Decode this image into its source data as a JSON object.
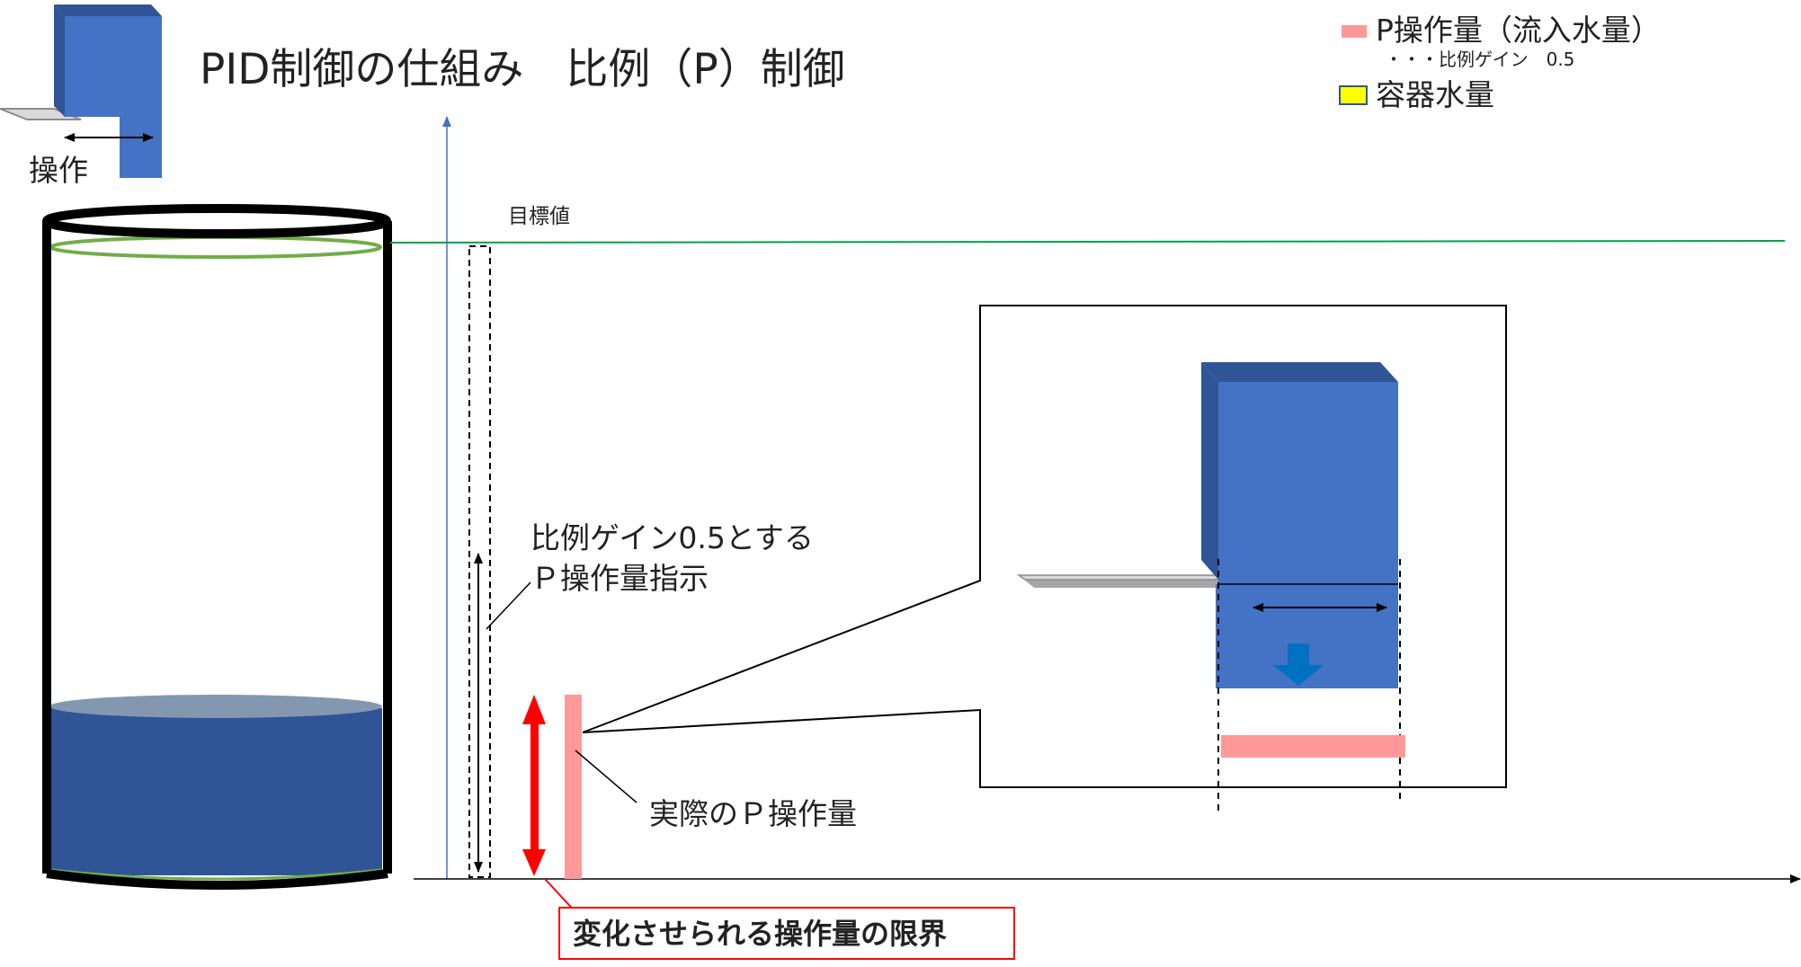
{
  "title": "PID制御の仕組み　比例（P）制御",
  "operation_label": "操作",
  "target_label": "目標値",
  "legend": {
    "p_amount": "P操作量（流入水量）",
    "p_gain_note": "・・・比例ゲイン　0.5",
    "tank_level": "容器水量"
  },
  "annotations": {
    "instruction_line1": "比例ゲイン0.5とする",
    "instruction_line2": "Ｐ操作量指示",
    "actual_p": "実際のＰ操作量",
    "limit": "変化させられる操作量の限界"
  },
  "colors": {
    "valve_blue": "#4472C4",
    "valve_dark": "#2F5597",
    "water": "#2F5597",
    "water_top": "#8497B0",
    "target_green": "#70AD47",
    "target_line": "#00A050",
    "p_bar": "#FF9999",
    "limit_red": "#FF0000",
    "legend_yellow": "#FFFF00",
    "axis_blue": "#4472C4",
    "arrow_blue": "#0070C0"
  }
}
